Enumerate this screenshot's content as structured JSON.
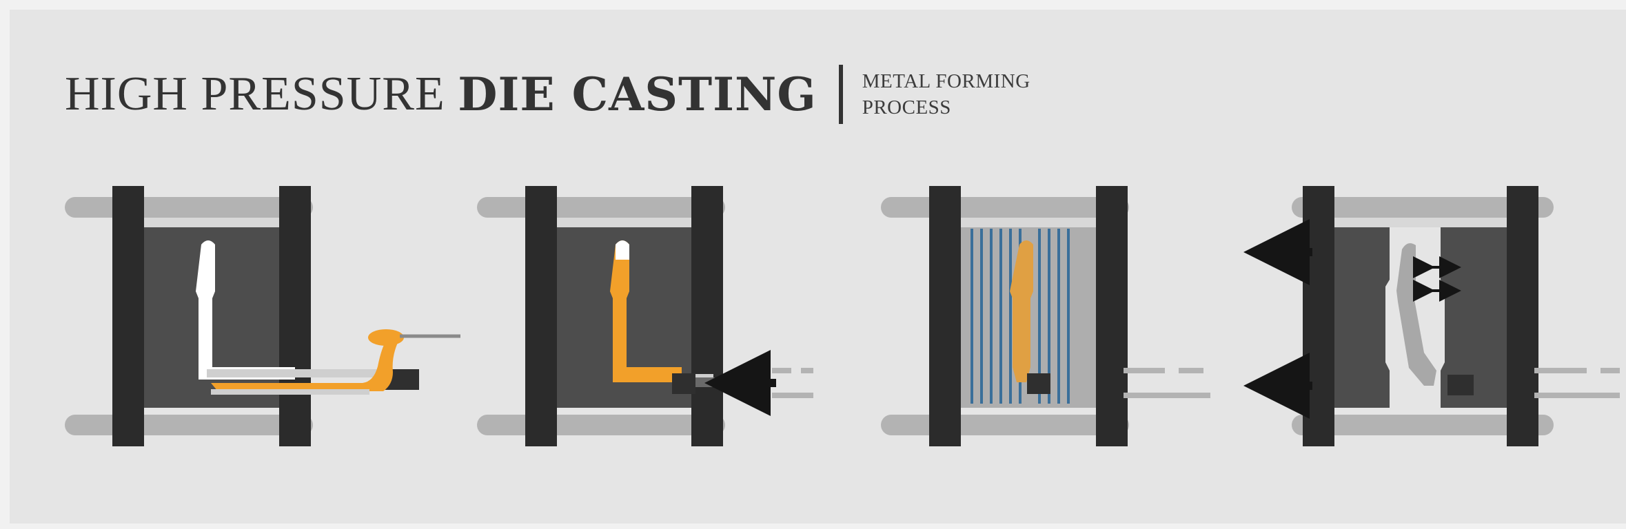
{
  "header": {
    "title_light": "HIGH PRESSURE ",
    "title_bold": "DIE CASTING",
    "subtitle": "METAL FORMING PROCESS"
  },
  "stages": [
    {
      "id": "stage-1",
      "step": "ladling"
    },
    {
      "id": "stage-2",
      "step": "injection"
    },
    {
      "id": "stage-3",
      "step": "cooling"
    },
    {
      "id": "stage-4",
      "step": "ejection"
    }
  ],
  "colors": {
    "page": "#f1f1f1",
    "panel": "#e5e5e5",
    "frame": "#2b2b2b",
    "die": "#4d4d4d",
    "die_cooling": "#aeaeae",
    "rail": "#b3b3b3",
    "molten_metal": "#f2a02a",
    "cooling_lines": "#3a6f9a",
    "casting": "#a8a8a8",
    "arrow": "#151515"
  }
}
